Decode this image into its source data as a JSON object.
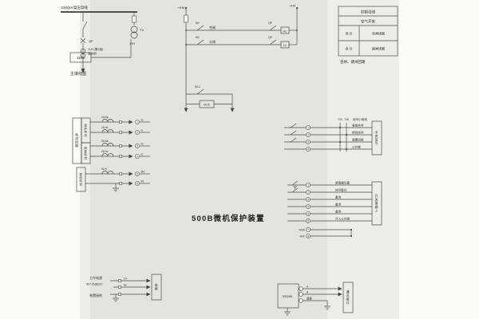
{
  "title": "500B微机保护装置",
  "main_wiring": {
    "bus_label": "10(6)kV高压母线",
    "breaker_label": "QF",
    "ct_label_1": "1LH (第2组)",
    "ct_label_2": "保护用",
    "tv_label": "TV",
    "pt_label": "1YH",
    "voltage_box": "110V",
    "caption": "主接线图"
  },
  "control_circuit": {
    "plus_bus": "+KM",
    "minus_bus": "-KM",
    "kk_upper": "KK",
    "kk_lower": "KK",
    "close_label": "合闸",
    "trip_label": "分闸",
    "qf_upper": "QF",
    "qf_lower": "QF",
    "close_coil": "HC",
    "trip_coil": "TC",
    "kkj_label": "KKJ",
    "kkjc_label": "KKJC"
  },
  "legend_table": {
    "header": "控制母线",
    "air_switch": "空气开关",
    "close_cells": "合 分",
    "close_coil": "合闸线圈",
    "trip_cells": "合 分",
    "trip_coil": "跳闸线圈",
    "caption": "合闸、跳闸回路"
  },
  "current_section": {
    "group_label": "电流回路",
    "protection_label": "保护电流",
    "measurement_label": "测量电流",
    "zero_seq_label": "零序电流",
    "rows": [
      {
        "ct": "1LHa",
        "pin_no": "1",
        "pin": "Ia"
      },
      {
        "ct": "1LHc",
        "pin_no": "2",
        "pin": "Ic"
      },
      {
        "ct": "2LHa",
        "pin_no": "3",
        "pin": "Ia'"
      },
      {
        "ct": "2LHc",
        "pin_no": "4",
        "pin": "Ic'"
      },
      {
        "ct": "0LH",
        "pin_no": "5",
        "pin": "3I0"
      },
      {
        "ct": "",
        "pin_no": "6",
        "pin": "IN"
      }
    ]
  },
  "signal_section": {
    "bus_caption": "信号小母线",
    "bus_1": "700",
    "bus_2": "708",
    "rows": [
      {
        "pin_no": "1",
        "label": "事故信号"
      },
      {
        "pin_no": "2",
        "label": "预告信号"
      },
      {
        "pin_no": "3",
        "label": "装置闭锁"
      },
      {
        "pin_no": "4",
        "label": "公共端"
      }
    ],
    "box_label": "中央信号"
  },
  "binary_section": {
    "rows": [
      {
        "pin_no": "1",
        "label": "断路器位置"
      },
      {
        "pin_no": "2",
        "label": "信号复归"
      },
      {
        "pin_no": "3",
        "label": "备用"
      },
      {
        "pin_no": "4",
        "label": "备用"
      },
      {
        "pin_no": "5",
        "label": "备用"
      },
      {
        "pin_no": "6",
        "label": "开入公共端"
      }
    ],
    "plus_bus": "+KM",
    "minus_bus": "-KM",
    "pin_plus": "7",
    "pin_minus": "8",
    "box_label": "开关量输入"
  },
  "power_section": {
    "label_1": "工作电源",
    "label_2": "WY-26(B)DC",
    "label_3": "装置接地",
    "terminal_1": "L/+",
    "terminal_2": "N/-",
    "box_label": "电源"
  },
  "comm_section": {
    "module_label": "RS485",
    "pin_a": "A",
    "pin_b": "B",
    "pin_shield": "屏蔽",
    "box_label": "通讯接口"
  }
}
